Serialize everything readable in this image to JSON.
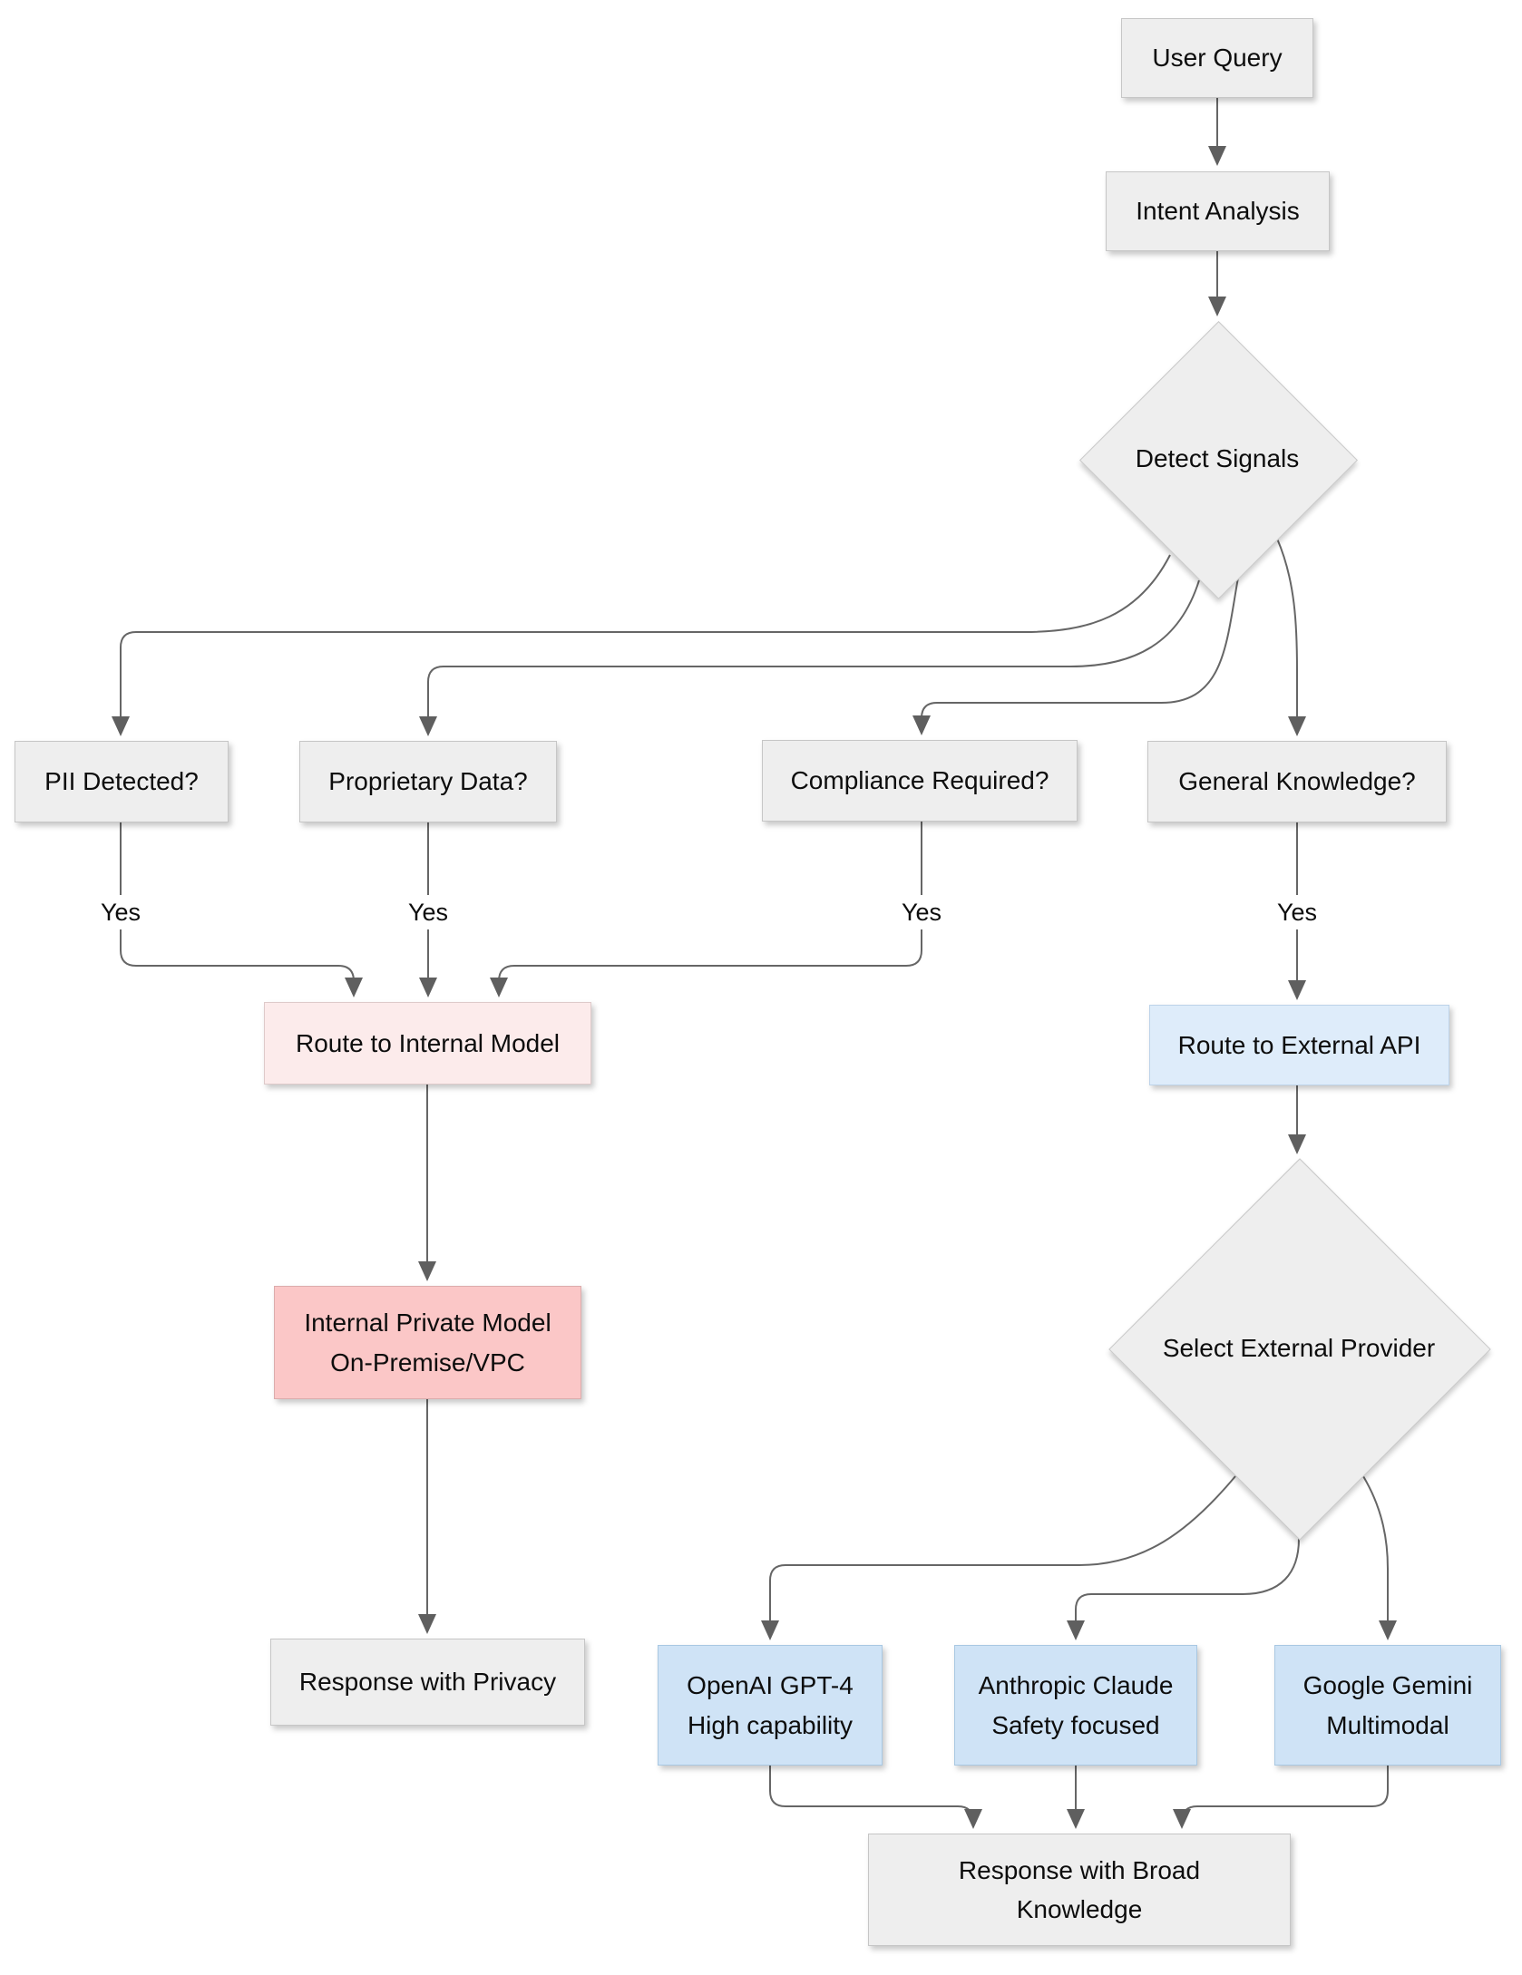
{
  "diagram": {
    "title_implicit": "AI query routing flowchart",
    "nodes": {
      "user_query": {
        "label": "User Query"
      },
      "intent_analysis": {
        "label": "Intent Analysis"
      },
      "detect_signals": {
        "label": "Detect Signals"
      },
      "pii": {
        "label": "PII Detected?"
      },
      "proprietary": {
        "label": "Proprietary Data?"
      },
      "compliance": {
        "label": "Compliance Required?"
      },
      "general": {
        "label": "General Knowledge?"
      },
      "route_internal": {
        "label": "Route to Internal Model"
      },
      "route_external": {
        "label": "Route to External API"
      },
      "internal_model": {
        "line1": "Internal Private Model",
        "line2": "On-Premise/VPC"
      },
      "select_provider": {
        "label": "Select External Provider"
      },
      "openai": {
        "line1": "OpenAI GPT-4",
        "line2": "High capability"
      },
      "anthropic": {
        "line1": "Anthropic Claude",
        "line2": "Safety focused"
      },
      "gemini": {
        "line1": "Google Gemini",
        "line2": "Multimodal"
      },
      "response_privacy": {
        "label": "Response with Privacy"
      },
      "response_broad": {
        "line1": "Response with Broad",
        "line2": "Knowledge"
      }
    },
    "edge_labels": {
      "yes_pii": "Yes",
      "yes_proprietary": "Yes",
      "yes_compliance": "Yes",
      "yes_general": "Yes"
    },
    "colors": {
      "node_gray": "#eeeeee",
      "node_pink_light": "#fcebeb",
      "node_red": "#fbc7c7",
      "node_blue_light": "#deecfa",
      "node_blue": "#cfe3f6",
      "edge_stroke": "#666666",
      "arrowhead": "#5f5f5f",
      "text": "#0d0d0d",
      "background": "#ffffff"
    }
  }
}
